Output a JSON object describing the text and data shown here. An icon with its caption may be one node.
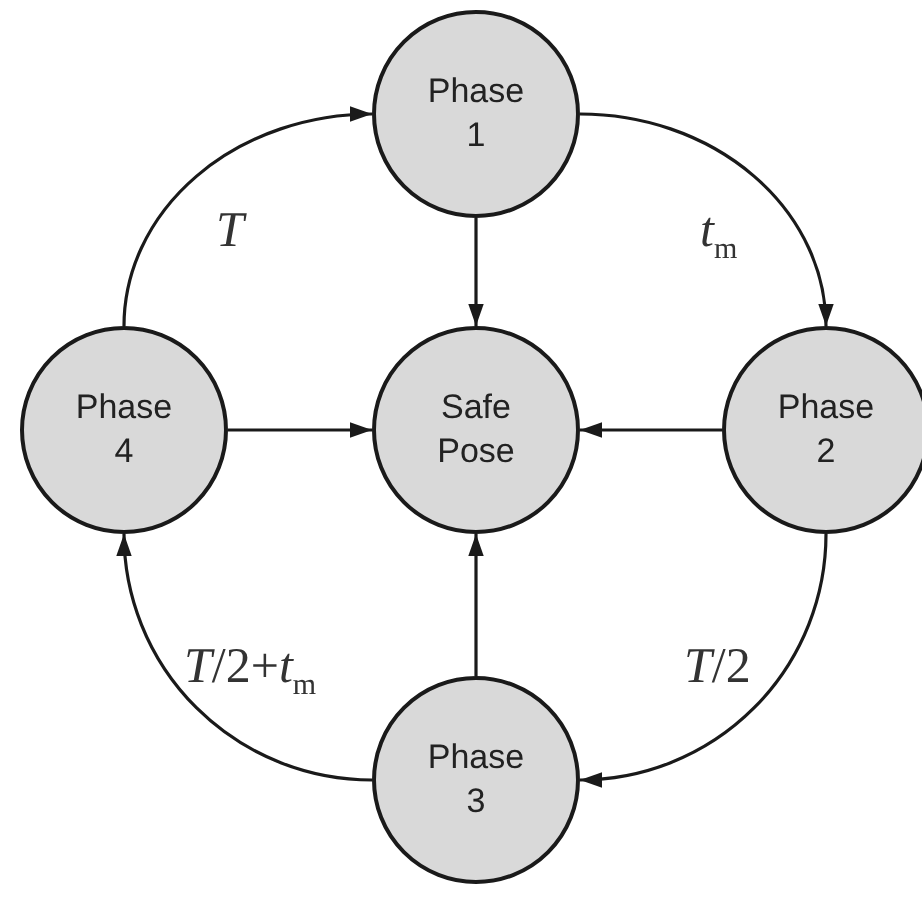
{
  "diagram": {
    "nodes": [
      {
        "text": [
          "Phase 1"
        ]
      },
      {
        "text": [
          "Phase 4"
        ]
      },
      {
        "text": [
          "Safe Pose"
        ]
      },
      {
        "text": [
          "Phase 2"
        ]
      },
      {
        "text": [
          "Phase 3"
        ]
      }
    ],
    "edges": [
      {
        "from": 0,
        "to": 3,
        "arrow": "to",
        "label": "*t*$_{m}$"
      },
      {
        "from": 3,
        "to": 4,
        "arrow": "to",
        "label": "*T*/2"
      },
      {
        "from": 4,
        "to": 1,
        "arrow": "to",
        "label": "*T*/2+*t*$_{m}$"
      },
      {
        "from": 1,
        "to": 0,
        "arrow": "to",
        "label": "*T*"
      },
      {
        "from": 0,
        "to": 2,
        "arrow": "to"
      },
      {
        "from": 1,
        "to": 2,
        "arrow": "to"
      },
      {
        "from": 3,
        "to": 2,
        "arrow": "to"
      },
      {
        "from": 4,
        "to": 2,
        "arrow": "to"
      }
    ]
  }
}
